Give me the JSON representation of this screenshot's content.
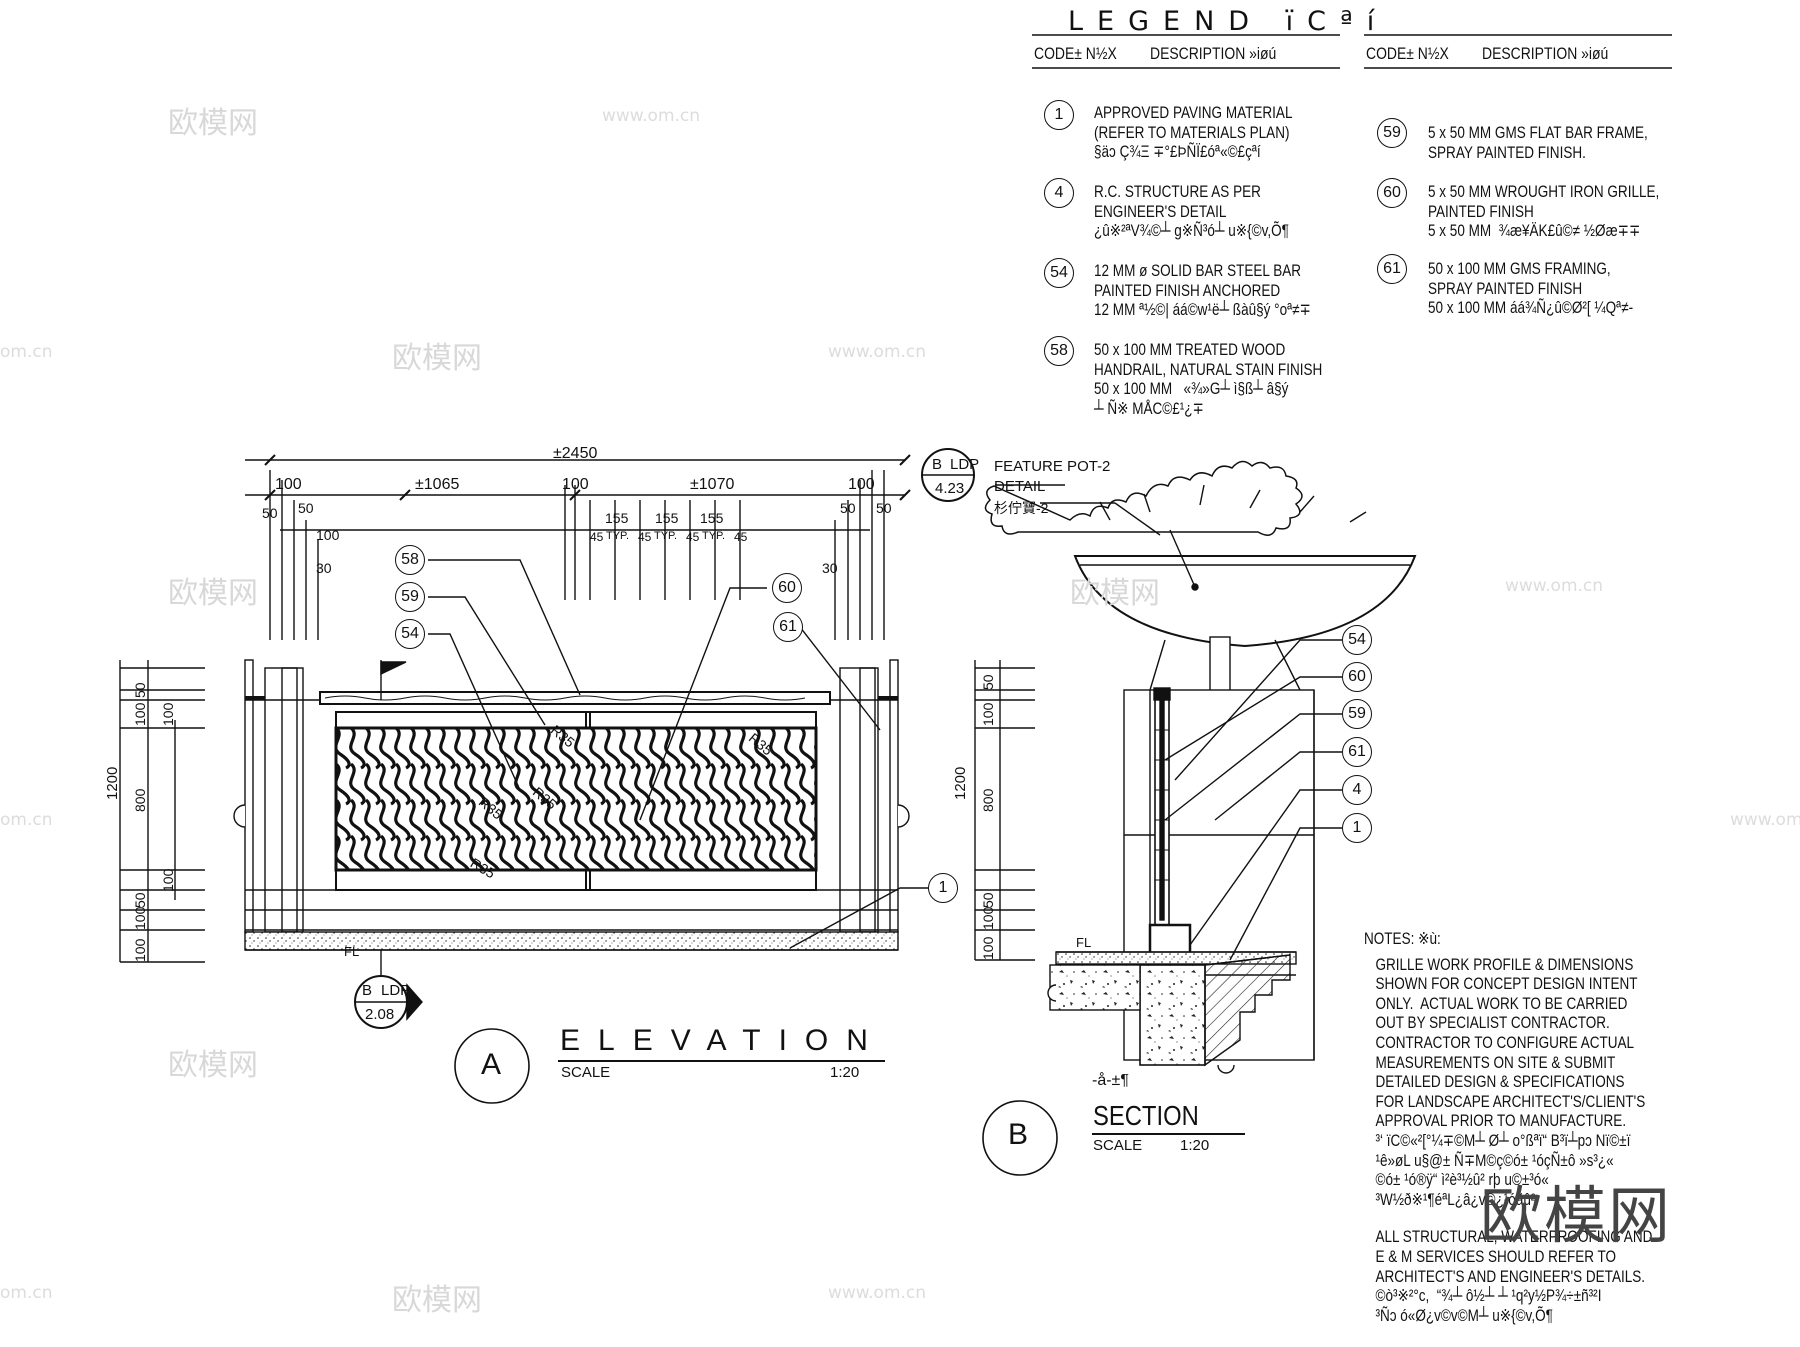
{
  "legend": {
    "title": "LEGEND ïCªí",
    "col_code": "CODE± N½X",
    "col_desc": "DESCRIPTION »iøú",
    "items_left": [
      {
        "code": "1",
        "text": "APPROVED PAVING MATERIAL\n(REFER TO MATERIALS PLAN)\n§äɔ Ç¾Ξ ∓°£ÞÑÏ£óª«©£çªí"
      },
      {
        "code": "4",
        "text": "R.C. STRUCTURE AS PER\nENGINEER'S DETAIL\n¿û※²ªV¾©┴ g※Ñ³ó┴ u※{©v,Õ¶"
      },
      {
        "code": "54",
        "text": "12 MM ø SOLID BAR STEEL BAR\nPAINTED FINISH ANCHORED\n12 MM ª½©| áá©w¹ë┴ ßàû§ý °oª≠∓"
      },
      {
        "code": "58",
        "text": "50 x 100 MM TREATED WOOD\nHANDRAIL, NATURAL STAIN FINISH\n50 x 100 MM   «¾»G┴ ì§ß┴ â§ý\n┴ Ñ※ MÅC©£¹¿∓"
      }
    ],
    "items_right": [
      {
        "code": "59",
        "text": "5 x 50 MM GMS FLAT BAR FRAME,\nSPRAY PAINTED FINISH."
      },
      {
        "code": "60",
        "text": "5 x 50 MM WROUGHT IRON GRILLE,\nPAINTED FINISH\n5 x 50 MM  ¾æ¥ÄK£û©≠ ½Øæ∓∓"
      },
      {
        "code": "61",
        "text": "50 x 100 MM GMS FRAMING,\nSPRAY PAINTED FINISH\n50 x 100 MM áá¾Ñ¿û©Ø²[ ¼Qª≠-"
      }
    ]
  },
  "elevation": {
    "letter": "A",
    "title": "ELEVATION",
    "scale_label": "SCALE",
    "scale": "1:20",
    "ref_top": "B",
    "ref_tag": "LDP",
    "ref_sheet": "2.08",
    "fl": "FL",
    "dims_top": {
      "total": "±2450",
      "left_post": "100",
      "left_span": "±1065",
      "mid_post": "100",
      "right_span": "±1070",
      "right_post": "100"
    },
    "dims_row2": [
      "50",
      "50",
      "100",
      "30",
      "155",
      "155",
      "155",
      "45",
      "TYP.",
      "45",
      "TYP.",
      "45",
      "TYP.",
      "45",
      "30",
      "50",
      "50"
    ],
    "dims_left": {
      "total": "1200",
      "d1": "100",
      "d2": "50",
      "d3": "100",
      "d4": "800",
      "d5": "100",
      "d6": "50",
      "d7": "100",
      "d8": "100"
    },
    "radii": [
      "R35",
      "R35",
      "R35",
      "R35",
      "R35"
    ],
    "tags": [
      "58",
      "59",
      "54",
      "60",
      "61",
      "1"
    ]
  },
  "section": {
    "letter": "B",
    "title": "SECTION",
    "scale_label": "SCALE",
    "scale": "1:20",
    "cn_title": "-å-±¶",
    "fl": "FL",
    "pot_ref": {
      "letter": "B",
      "tag": "LDP",
      "sheet": "4.23",
      "line1": "FEATURE POT-2",
      "line2": "DETAIL",
      "line3": "杉佇寶-2"
    },
    "dims_right": {
      "total": "1200",
      "d1": "50",
      "d2": "100",
      "d3": "800",
      "d4": "50",
      "d5": "100",
      "d6": "100"
    },
    "tags": [
      "54",
      "60",
      "59",
      "61",
      "4",
      "1"
    ]
  },
  "notes": {
    "title": "NOTES: ※ù:",
    "p1": "GRILLE WORK PROFILE & DIMENSIONS\nSHOWN FOR CONCEPT DESIGN INTENT\nONLY.  ACTUAL WORK TO BE CARRIED\nOUT BY SPECIALIST CONTRACTOR.\nCONTRACTOR TO CONFIGURE ACTUAL\nMEASUREMENTS ON SITE & SUBMIT\nDETAILED DESIGN & SPECIFICATIONS\nFOR LANDSCAPE ARCHITECT'S/CLIENT'S\nAPPROVAL PRIOR TO MANUFACTURE.",
    "p1_cn": "³‘ ïC©«²[°¼∓©M┴ Ø┴ o°ßªï“ B³ï┴pɔ Nï©±ï\n¹ê»øL u§@± Ñ∓M©ç©ó± ¹óçÑ±ô »s³¿«\n©ó± ¹ó®ÿ“ ì²è³½û² rþ u©±³ó«\n³W½ð※¹¶éªL¿â¿v©¿¹óãû²",
    "p2": "ALL STRUCTURAL, WATERPROOFING AND\nE & M SERVICES SHOULD REFER TO\nARCHITECT'S AND ENGINEER'S DETAILS.",
    "p2_cn": "©ò³※²°c,  “¾┴ ô½┴ ┴ ¹q²y½P¾÷±ñ³²I\n³Ñɔ ó«Ø¿v©v©M┴ u※{©v,Õ¶"
  },
  "watermarks": {
    "text": "欧模网",
    "url": "www.om.cn",
    "url_short": "om.cn"
  }
}
